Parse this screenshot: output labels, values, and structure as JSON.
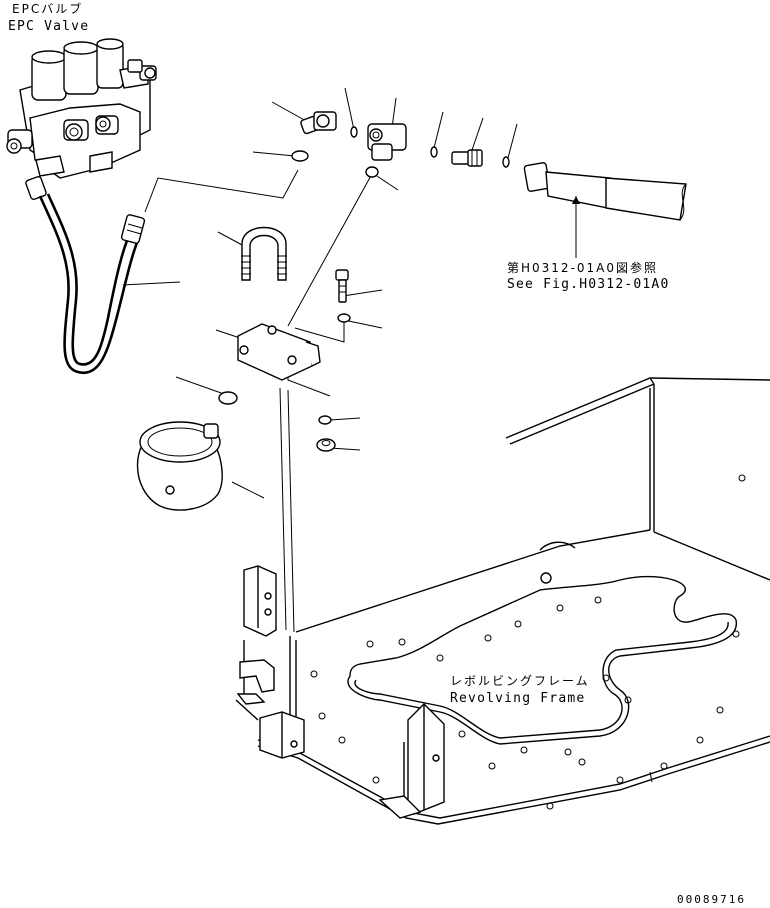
{
  "labels": {
    "epc_jp": "EPCバルブ",
    "epc_en": "EPC Valve",
    "ref_jp": "第H0312-01A0図参照",
    "ref_en": "See Fig.H0312-01A0",
    "frame_jp": "レボルビングフレーム",
    "frame_en": "Revolving Frame",
    "drawing_number": "00089716"
  }
}
